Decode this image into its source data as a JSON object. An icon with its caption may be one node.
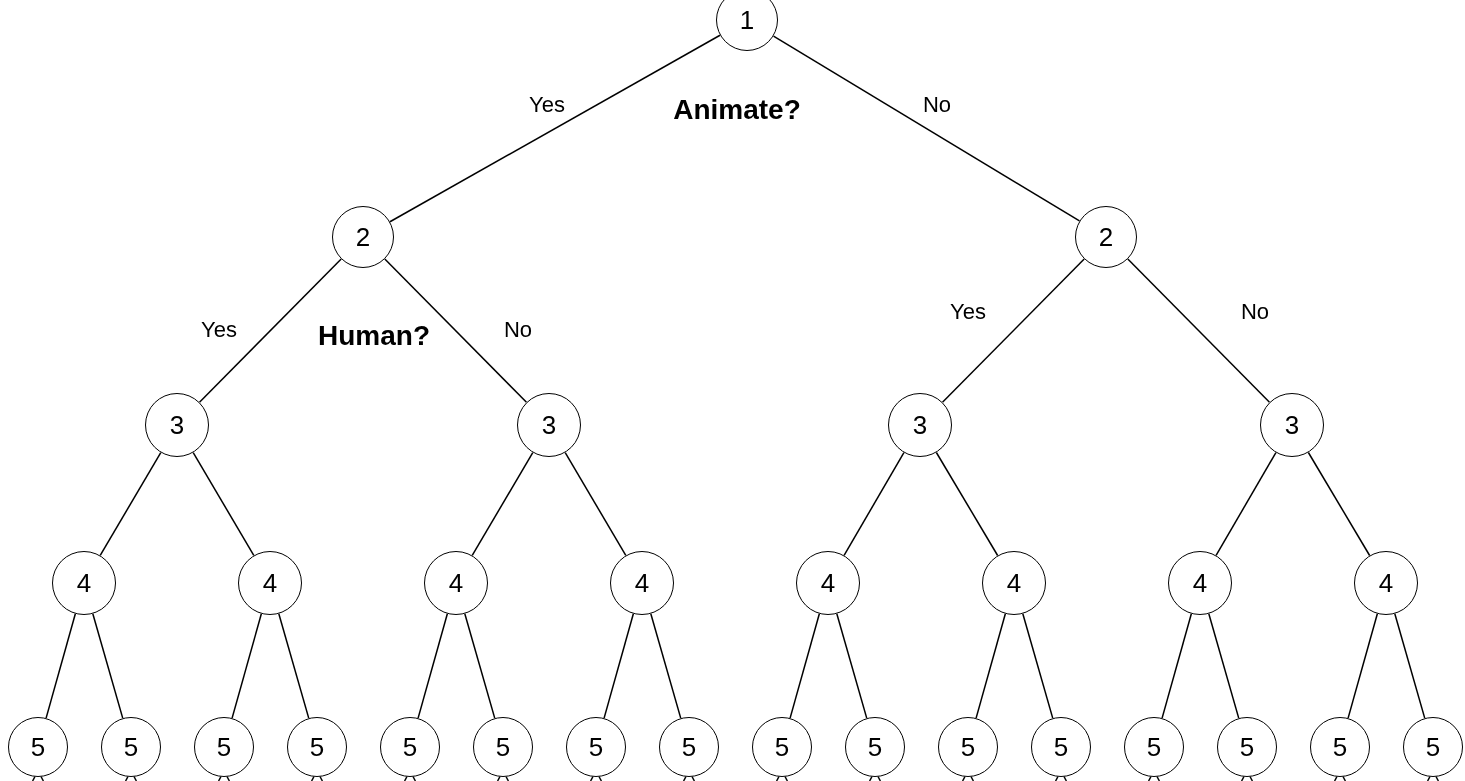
{
  "diagram": {
    "nodes": [
      {
        "text": [
          "1"
        ],
        "beside": [
          "Animate?"
        ]
      },
      {
        "text": [
          "2"
        ],
        "beside": [
          "Human?"
        ]
      },
      {
        "text": [
          "2"
        ]
      },
      {
        "text": [
          "3"
        ]
      },
      {
        "text": [
          "3"
        ]
      },
      {
        "text": [
          "3"
        ]
      },
      {
        "text": [
          "3"
        ]
      },
      {
        "text": [
          "4"
        ]
      },
      {
        "text": [
          "4"
        ]
      },
      {
        "text": [
          "4"
        ]
      },
      {
        "text": [
          "4"
        ]
      },
      {
        "text": [
          "4"
        ]
      },
      {
        "text": [
          "4"
        ]
      },
      {
        "text": [
          "4"
        ]
      },
      {
        "text": [
          "4"
        ]
      },
      {
        "text": [
          "5"
        ]
      },
      {
        "text": [
          "5"
        ]
      },
      {
        "text": [
          "5"
        ]
      },
      {
        "text": [
          "5"
        ]
      },
      {
        "text": [
          "5"
        ]
      },
      {
        "text": [
          "5"
        ]
      },
      {
        "text": [
          "5"
        ]
      },
      {
        "text": [
          "5"
        ]
      },
      {
        "text": [
          "5"
        ]
      },
      {
        "text": [
          "5"
        ]
      },
      {
        "text": [
          "5"
        ]
      },
      {
        "text": [
          "5"
        ]
      },
      {
        "text": [
          "5"
        ]
      },
      {
        "text": [
          "5"
        ]
      },
      {
        "text": [
          "5"
        ]
      },
      {
        "text": [
          "5"
        ]
      }
    ],
    "edges": [
      {
        "from": 0,
        "to": 1,
        "arrow": "none",
        "label": "Yes"
      },
      {
        "from": 0,
        "to": 2,
        "arrow": "none",
        "label": "No"
      },
      {
        "from": 1,
        "to": 3,
        "arrow": "none",
        "label": "Yes"
      },
      {
        "from": 1,
        "to": 4,
        "arrow": "none",
        "label": "No"
      },
      {
        "from": 2,
        "to": 5,
        "arrow": "none",
        "label": "Yes"
      },
      {
        "from": 2,
        "to": 6,
        "arrow": "none",
        "label": "No"
      },
      {
        "from": 3,
        "to": 7,
        "arrow": "none"
      },
      {
        "from": 3,
        "to": 8,
        "arrow": "none"
      },
      {
        "from": 4,
        "to": 9,
        "arrow": "none"
      },
      {
        "from": 4,
        "to": 10,
        "arrow": "none"
      },
      {
        "from": 5,
        "to": 11,
        "arrow": "none"
      },
      {
        "from": 5,
        "to": 12,
        "arrow": "none"
      },
      {
        "from": 6,
        "to": 13,
        "arrow": "none"
      },
      {
        "from": 6,
        "to": 14,
        "arrow": "none"
      },
      {
        "from": 7,
        "to": 15,
        "arrow": "none"
      },
      {
        "from": 7,
        "to": 16,
        "arrow": "none"
      },
      {
        "from": 8,
        "to": 17,
        "arrow": "none"
      },
      {
        "from": 8,
        "to": 18,
        "arrow": "none"
      },
      {
        "from": 9,
        "to": 19,
        "arrow": "none"
      },
      {
        "from": 9,
        "to": 20,
        "arrow": "none"
      },
      {
        "from": 10,
        "to": 21,
        "arrow": "none"
      },
      {
        "from": 10,
        "to": 22,
        "arrow": "none"
      },
      {
        "from": 11,
        "to": 23,
        "arrow": "none"
      },
      {
        "from": 11,
        "to": 24,
        "arrow": "none"
      },
      {
        "from": 12,
        "to": 25,
        "arrow": "none"
      },
      {
        "from": 12,
        "to": 26,
        "arrow": "none"
      },
      {
        "from": 13,
        "to": 27,
        "arrow": "none"
      },
      {
        "from": 13,
        "to": 28,
        "arrow": "none"
      },
      {
        "from": 14,
        "to": 29,
        "arrow": "none"
      },
      {
        "from": 14,
        "to": 30,
        "arrow": "none"
      },
      {
        "from": 15,
        "to": null,
        "arrow": "none"
      },
      {
        "from": 15,
        "to": null,
        "arrow": "none"
      },
      {
        "from": 16,
        "to": null,
        "arrow": "none"
      },
      {
        "from": 16,
        "to": null,
        "arrow": "none"
      },
      {
        "from": 17,
        "to": null,
        "arrow": "none"
      },
      {
        "from": 17,
        "to": null,
        "arrow": "none"
      },
      {
        "from": 18,
        "to": null,
        "arrow": "none"
      },
      {
        "from": 18,
        "to": null,
        "arrow": "none"
      },
      {
        "from": 19,
        "to": null,
        "arrow": "none"
      },
      {
        "from": 19,
        "to": null,
        "arrow": "none"
      },
      {
        "from": 20,
        "to": null,
        "arrow": "none"
      },
      {
        "from": 20,
        "to": null,
        "arrow": "none"
      },
      {
        "from": 21,
        "to": null,
        "arrow": "none"
      },
      {
        "from": 21,
        "to": null,
        "arrow": "none"
      },
      {
        "from": 22,
        "to": null,
        "arrow": "none"
      },
      {
        "from": 22,
        "to": null,
        "arrow": "none"
      },
      {
        "from": 23,
        "to": null,
        "arrow": "none"
      },
      {
        "from": 23,
        "to": null,
        "arrow": "none"
      },
      {
        "from": 24,
        "to": null,
        "arrow": "none"
      },
      {
        "from": 24,
        "to": null,
        "arrow": "none"
      },
      {
        "from": 25,
        "to": null,
        "arrow": "none"
      },
      {
        "from": 25,
        "to": null,
        "arrow": "none"
      },
      {
        "from": 26,
        "to": null,
        "arrow": "none"
      },
      {
        "from": 26,
        "to": null,
        "arrow": "none"
      },
      {
        "from": 27,
        "to": null,
        "arrow": "none"
      },
      {
        "from": 27,
        "to": null,
        "arrow": "none"
      },
      {
        "from": 28,
        "to": null,
        "arrow": "none"
      },
      {
        "from": 28,
        "to": null,
        "arrow": "none"
      },
      {
        "from": 29,
        "to": null,
        "arrow": "none"
      },
      {
        "from": 29,
        "to": null,
        "arrow": "none"
      },
      {
        "from": 30,
        "to": null,
        "arrow": "none"
      },
      {
        "from": 30,
        "to": null,
        "arrow": "none"
      }
    ]
  }
}
